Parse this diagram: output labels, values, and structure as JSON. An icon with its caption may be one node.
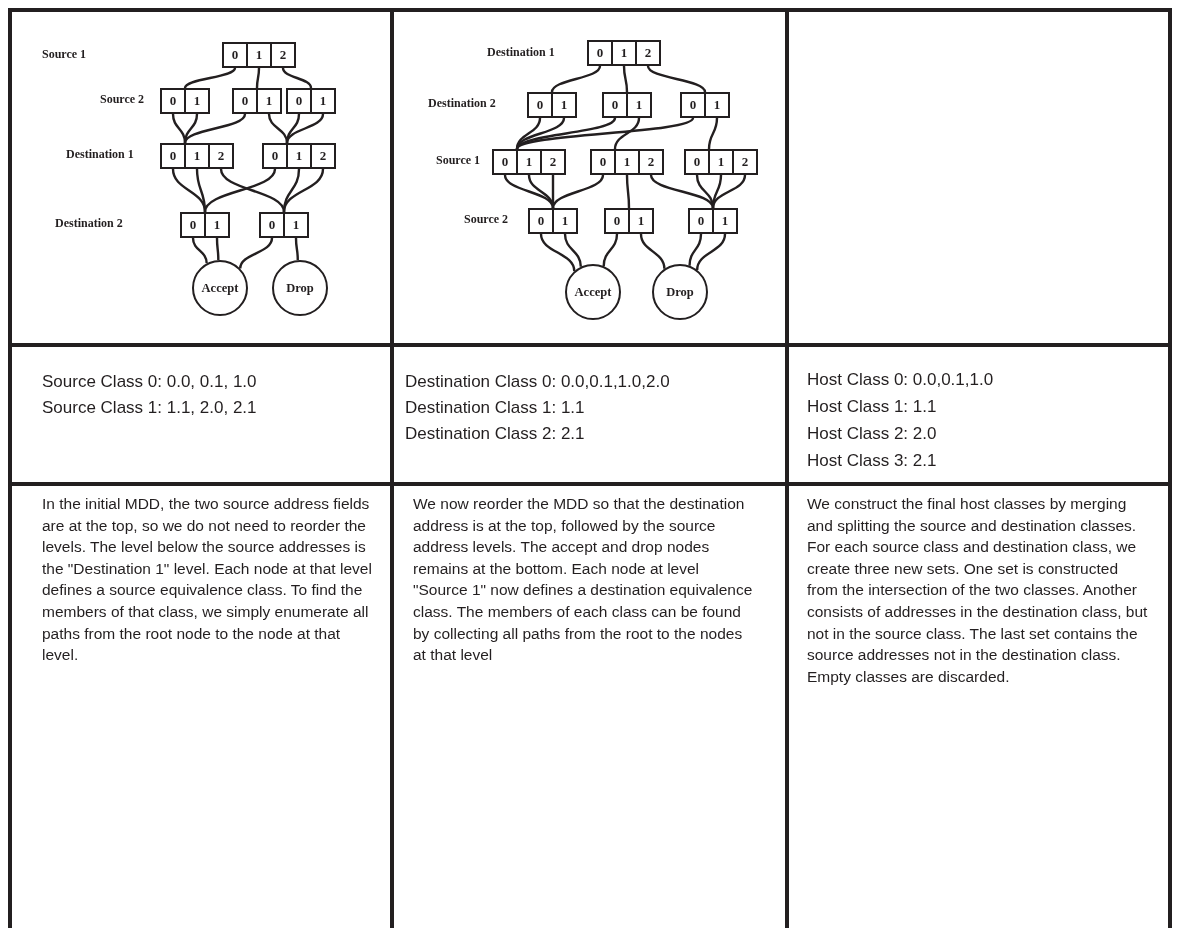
{
  "diagram": {
    "nodes": [
      {
        "text": [],
        "shape": "box"
      },
      {
        "text": [
          "0"
        ],
        "in": 0
      },
      {
        "text": [
          "1"
        ],
        "in": 0
      },
      {
        "text": [
          "2"
        ],
        "in": 0
      },
      {
        "text": [],
        "shape": "box"
      },
      {
        "text": [
          "0"
        ],
        "in": 4
      },
      {
        "text": [
          "1"
        ],
        "in": 4
      },
      {
        "text": [],
        "shape": "box"
      },
      {
        "text": [
          "0"
        ],
        "in": 7
      },
      {
        "text": [
          "1"
        ],
        "in": 7
      },
      {
        "text": [],
        "shape": "box"
      },
      {
        "text": [
          "0"
        ],
        "in": 10
      },
      {
        "text": [
          "1"
        ],
        "in": 10
      },
      {
        "text": [],
        "shape": "box"
      },
      {
        "text": [
          "0"
        ],
        "in": 13
      },
      {
        "text": [
          "1"
        ],
        "in": 13
      },
      {
        "text": [
          "2"
        ],
        "in": 13
      },
      {
        "text": [],
        "shape": "box"
      },
      {
        "text": [
          "0"
        ],
        "in": 17
      },
      {
        "text": [
          "1"
        ],
        "in": 17
      },
      {
        "text": [
          "2"
        ],
        "in": 17
      },
      {
        "text": [],
        "shape": "box"
      },
      {
        "text": [
          "0"
        ],
        "in": 21
      },
      {
        "text": [
          "1"
        ],
        "in": 21
      },
      {
        "text": [],
        "shape": "box"
      },
      {
        "text": [
          "0"
        ],
        "in": 24
      },
      {
        "text": [
          "1"
        ],
        "in": 24
      },
      {
        "text": [
          "Accept"
        ]
      },
      {
        "text": [
          "Drop"
        ]
      },
      {
        "text": [],
        "shape": "box"
      },
      {
        "text": [
          "0"
        ],
        "in": 29
      },
      {
        "text": [
          "1"
        ],
        "in": 29
      },
      {
        "text": [
          "2"
        ],
        "in": 29
      },
      {
        "text": [],
        "shape": "box"
      },
      {
        "text": [
          "0"
        ],
        "in": 33
      },
      {
        "text": [
          "1"
        ],
        "in": 33
      },
      {
        "text": [],
        "shape": "box"
      },
      {
        "text": [
          "0"
        ],
        "in": 36
      },
      {
        "text": [
          "1"
        ],
        "in": 36
      },
      {
        "text": [],
        "shape": "box"
      },
      {
        "text": [
          "0"
        ],
        "in": 39
      },
      {
        "text": [
          "1"
        ],
        "in": 39
      },
      {
        "text": [],
        "shape": "box"
      },
      {
        "text": [
          "0"
        ],
        "in": 42
      },
      {
        "text": [
          "1"
        ],
        "in": 42
      },
      {
        "text": [
          "2"
        ],
        "in": 42
      },
      {
        "text": [],
        "shape": "box"
      },
      {
        "text": [
          "0"
        ],
        "in": 46
      },
      {
        "text": [
          "1"
        ],
        "in": 46
      },
      {
        "text": [
          "2"
        ],
        "in": 46
      },
      {
        "text": [],
        "shape": "box"
      },
      {
        "text": [
          "0"
        ],
        "in": 50
      },
      {
        "text": [
          "1"
        ],
        "in": 50
      },
      {
        "text": [
          "2"
        ],
        "in": 50
      },
      {
        "text": [],
        "shape": "box"
      },
      {
        "text": [
          "0"
        ],
        "in": 54
      },
      {
        "text": [
          "1"
        ],
        "in": 54
      },
      {
        "text": [],
        "shape": "box"
      },
      {
        "text": [
          "0"
        ],
        "in": 57
      },
      {
        "text": [
          "1"
        ],
        "in": 57
      },
      {
        "text": [],
        "shape": "box"
      },
      {
        "text": [
          "0"
        ],
        "in": 60
      },
      {
        "text": [
          "1"
        ],
        "in": 60
      },
      {
        "text": [
          "Accept"
        ]
      },
      {
        "text": [
          "Drop"
        ]
      }
    ],
    "edges": [
      {
        "from": 1,
        "to": 4,
        "arrow": "none"
      },
      {
        "from": 2,
        "to": 7,
        "arrow": "none"
      },
      {
        "from": 3,
        "to": 10,
        "arrow": "none"
      },
      {
        "from": 5,
        "to": 13,
        "arrow": "none"
      },
      {
        "from": 6,
        "to": 13,
        "arrow": "none"
      },
      {
        "from": 8,
        "to": 13,
        "arrow": "none"
      },
      {
        "from": 9,
        "to": 17,
        "arrow": "none"
      },
      {
        "from": 11,
        "to": 17,
        "arrow": "none"
      },
      {
        "from": 12,
        "to": 17,
        "arrow": "none"
      },
      {
        "from": 14,
        "to": 21,
        "arrow": "none"
      },
      {
        "from": 15,
        "to": 21,
        "arrow": "none"
      },
      {
        "from": 16,
        "to": 24,
        "arrow": "none"
      },
      {
        "from": 18,
        "to": 21,
        "arrow": "none"
      },
      {
        "from": 19,
        "to": 24,
        "arrow": "none"
      },
      {
        "from": 20,
        "to": 24,
        "arrow": "none"
      },
      {
        "from": 22,
        "to": 27,
        "arrow": "none"
      },
      {
        "from": 23,
        "to": 27,
        "arrow": "none"
      },
      {
        "from": 25,
        "to": 27,
        "arrow": "none"
      },
      {
        "from": 26,
        "to": 28,
        "arrow": "none"
      },
      {
        "from": 30,
        "to": 33,
        "arrow": "none"
      },
      {
        "from": 31,
        "to": 36,
        "arrow": "none"
      },
      {
        "from": 32,
        "to": 39,
        "arrow": "none"
      },
      {
        "from": 34,
        "to": 42,
        "arrow": "none"
      },
      {
        "from": 35,
        "to": 42,
        "arrow": "none"
      },
      {
        "from": 37,
        "to": 42,
        "arrow": "none"
      },
      {
        "from": 38,
        "to": 46,
        "arrow": "none"
      },
      {
        "from": 40,
        "to": 42,
        "arrow": "none"
      },
      {
        "from": 41,
        "to": 50,
        "arrow": "none"
      },
      {
        "from": 43,
        "to": 54,
        "arrow": "none"
      },
      {
        "from": 44,
        "to": 54,
        "arrow": "none"
      },
      {
        "from": 45,
        "to": 54,
        "arrow": "none"
      },
      {
        "from": 47,
        "to": 54,
        "arrow": "none"
      },
      {
        "from": 48,
        "to": 57,
        "arrow": "none"
      },
      {
        "from": 49,
        "to": 60,
        "arrow": "none"
      },
      {
        "from": 51,
        "to": 60,
        "arrow": "none"
      },
      {
        "from": 52,
        "to": 60,
        "arrow": "none"
      },
      {
        "from": 53,
        "to": 60,
        "arrow": "none"
      },
      {
        "from": 55,
        "to": 63,
        "arrow": "none"
      },
      {
        "from": 56,
        "to": 63,
        "arrow": "none"
      },
      {
        "from": 58,
        "to": 63,
        "arrow": "none"
      },
      {
        "from": 59,
        "to": 64,
        "arrow": "none"
      },
      {
        "from": 61,
        "to": 64,
        "arrow": "none"
      },
      {
        "from": 62,
        "to": 64,
        "arrow": "none"
      }
    ],
    "labels": [
      "Source 1",
      "Source 2",
      "Destination 1",
      "Destination 2",
      "Destination 1",
      "Destination 2",
      "Source 1",
      "Source 2",
      "Source Class 0: 0.0, 0.1, 1.0",
      "Source Class 1: 1.1, 2.0, 2.1",
      "Destination Class 0: 0.0,0.1,1.0,2.0",
      "Destination Class 1: 1.1",
      "Destination Class 2: 2.1",
      "Host Class 0: 0.0,0.1,1.0",
      "Host Class 1: 1.1",
      "Host Class 2: 2.0",
      "Host Class 3: 2.1",
      "In the initial MDD, the two source address fields are at the top, so we do not need to reorder the levels. The level below the source addresses is the \"Destination 1\" level. Each node at that level defines a source equivalence class. To find the members of that class, we simply enumerate all paths from the root node to the node at that level.",
      "We now reorder the MDD so that the destination address is at the top, followed by the source address levels. The accept and drop nodes remains at the bottom. Each node at level \"Source 1\" now defines a destination equivalence class. The members of each class can be found by collecting all paths from the root to the nodes at that level",
      "We construct the final host classes by merging and splitting the source and destination classes. For each source class and destination class, we create three new sets. One set is constructed from the intersection of the two classes. Another consists of addresses in the destination class, but not in the source class. The last set contains the source addresses not in the destination class. Empty classes are discarded."
    ]
  }
}
